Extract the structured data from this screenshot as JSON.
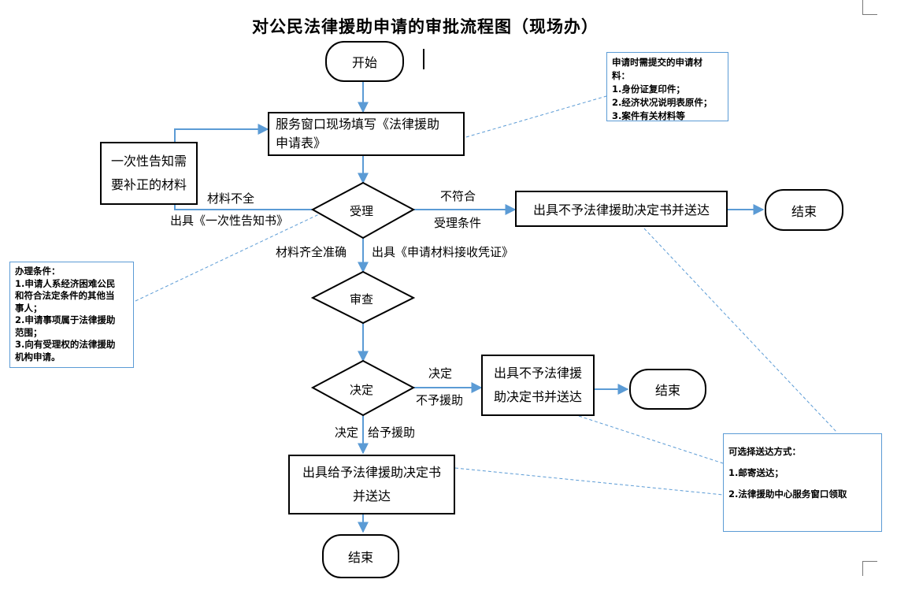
{
  "title": "对公民法律援助申请的审批流程图（现场办）",
  "nodes": {
    "start": "开始",
    "fill_form_line1": "服务窗口现场填写《法律援助",
    "fill_form_line2": "申请表》",
    "notify_line1": "一次性告知需",
    "notify_line2": "要补正的材料",
    "accept": "受理",
    "reject_accept": "出具不予法律援助决定书并送达",
    "end1": "结束",
    "review": "审查",
    "decide": "决定",
    "deny_line1": "出具不予法律援",
    "deny_line2": "助决定书并送达",
    "end2": "结束",
    "grant_line1": "出具给予法律援助决定书",
    "grant_line2": "并送达",
    "end3": "结束"
  },
  "labels": {
    "incomplete": "材料不全",
    "issue_notice": "出具《一次性告知书》",
    "not_meet": "不符合",
    "accept_cond": "受理条件",
    "complete": "材料齐全准确",
    "issue_receipt": "出具《申请材料接收凭证》",
    "decide_a": "决定",
    "decide_deny": "不予援助",
    "decide_b": "决定",
    "decide_grant": "给予援助"
  },
  "notes": {
    "materials": [
      "申请时需提交的申请材",
      "料：",
      "1.身份证复印件；",
      "2.经济状况说明表原件；",
      "3.案件有关材料等"
    ],
    "conditions": [
      "办理条件：",
      "1.申请人系经济困难公民",
      "和符合法定条件的其他当",
      "事人；",
      "2.申请事项属于法律援助",
      "范围；",
      "3.向有受理权的法律援助",
      "机构申请。"
    ],
    "delivery": [
      "可选择送达方式：",
      "",
      "1.邮寄送达；",
      "",
      "2.法律援助中心服务窗口领取"
    ]
  },
  "colors": {
    "arrow": "#5b9bd5",
    "note_border": "#5b9bd5",
    "shape_border": "#000000"
  }
}
